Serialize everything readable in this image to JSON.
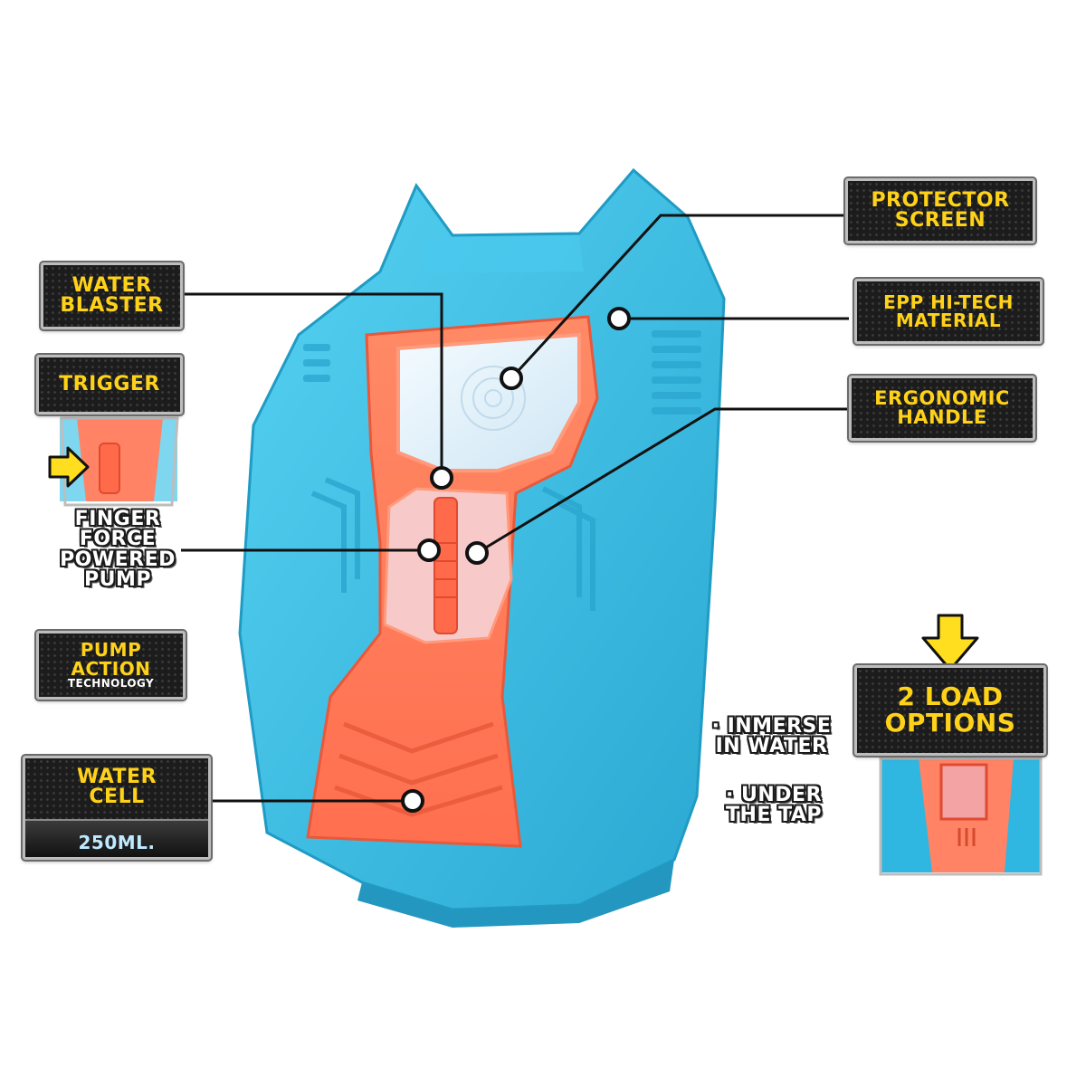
{
  "labels": {
    "water_blaster": [
      "WATER",
      "BLASTER"
    ],
    "trigger": "TRIGGER",
    "finger_force": [
      "FINGER",
      "FORCE",
      "POWERED",
      "PUMP"
    ],
    "pump_action": [
      "PUMP",
      "ACTION"
    ],
    "pump_action_sub": "TECHNOLOGY",
    "water_cell": [
      "WATER",
      "CELL"
    ],
    "water_cell_capacity": "250ML.",
    "protector_screen": [
      "PROTECTOR",
      "SCREEN"
    ],
    "epp_material": [
      "EPP HI-TECH",
      "MATERIAL"
    ],
    "ergonomic_handle": [
      "ERGONOMIC",
      "HANDLE"
    ],
    "load_options": [
      "2 LOAD",
      "OPTIONS"
    ],
    "option_immerse": [
      "· INMERSE",
      "IN WATER"
    ],
    "option_tap": [
      "· UNDER",
      "THE TAP"
    ]
  },
  "colors": {
    "shield_blue": "#3cc3ea",
    "shield_blue_dark": "#2aa6cf",
    "handle_orange": "#ff7f5c",
    "badge_text": "#ffd21a",
    "arrow_yellow": "#ffdd1f"
  },
  "icons": {
    "pointer": "arrow-right-icon",
    "load": "arrow-down-icon"
  }
}
